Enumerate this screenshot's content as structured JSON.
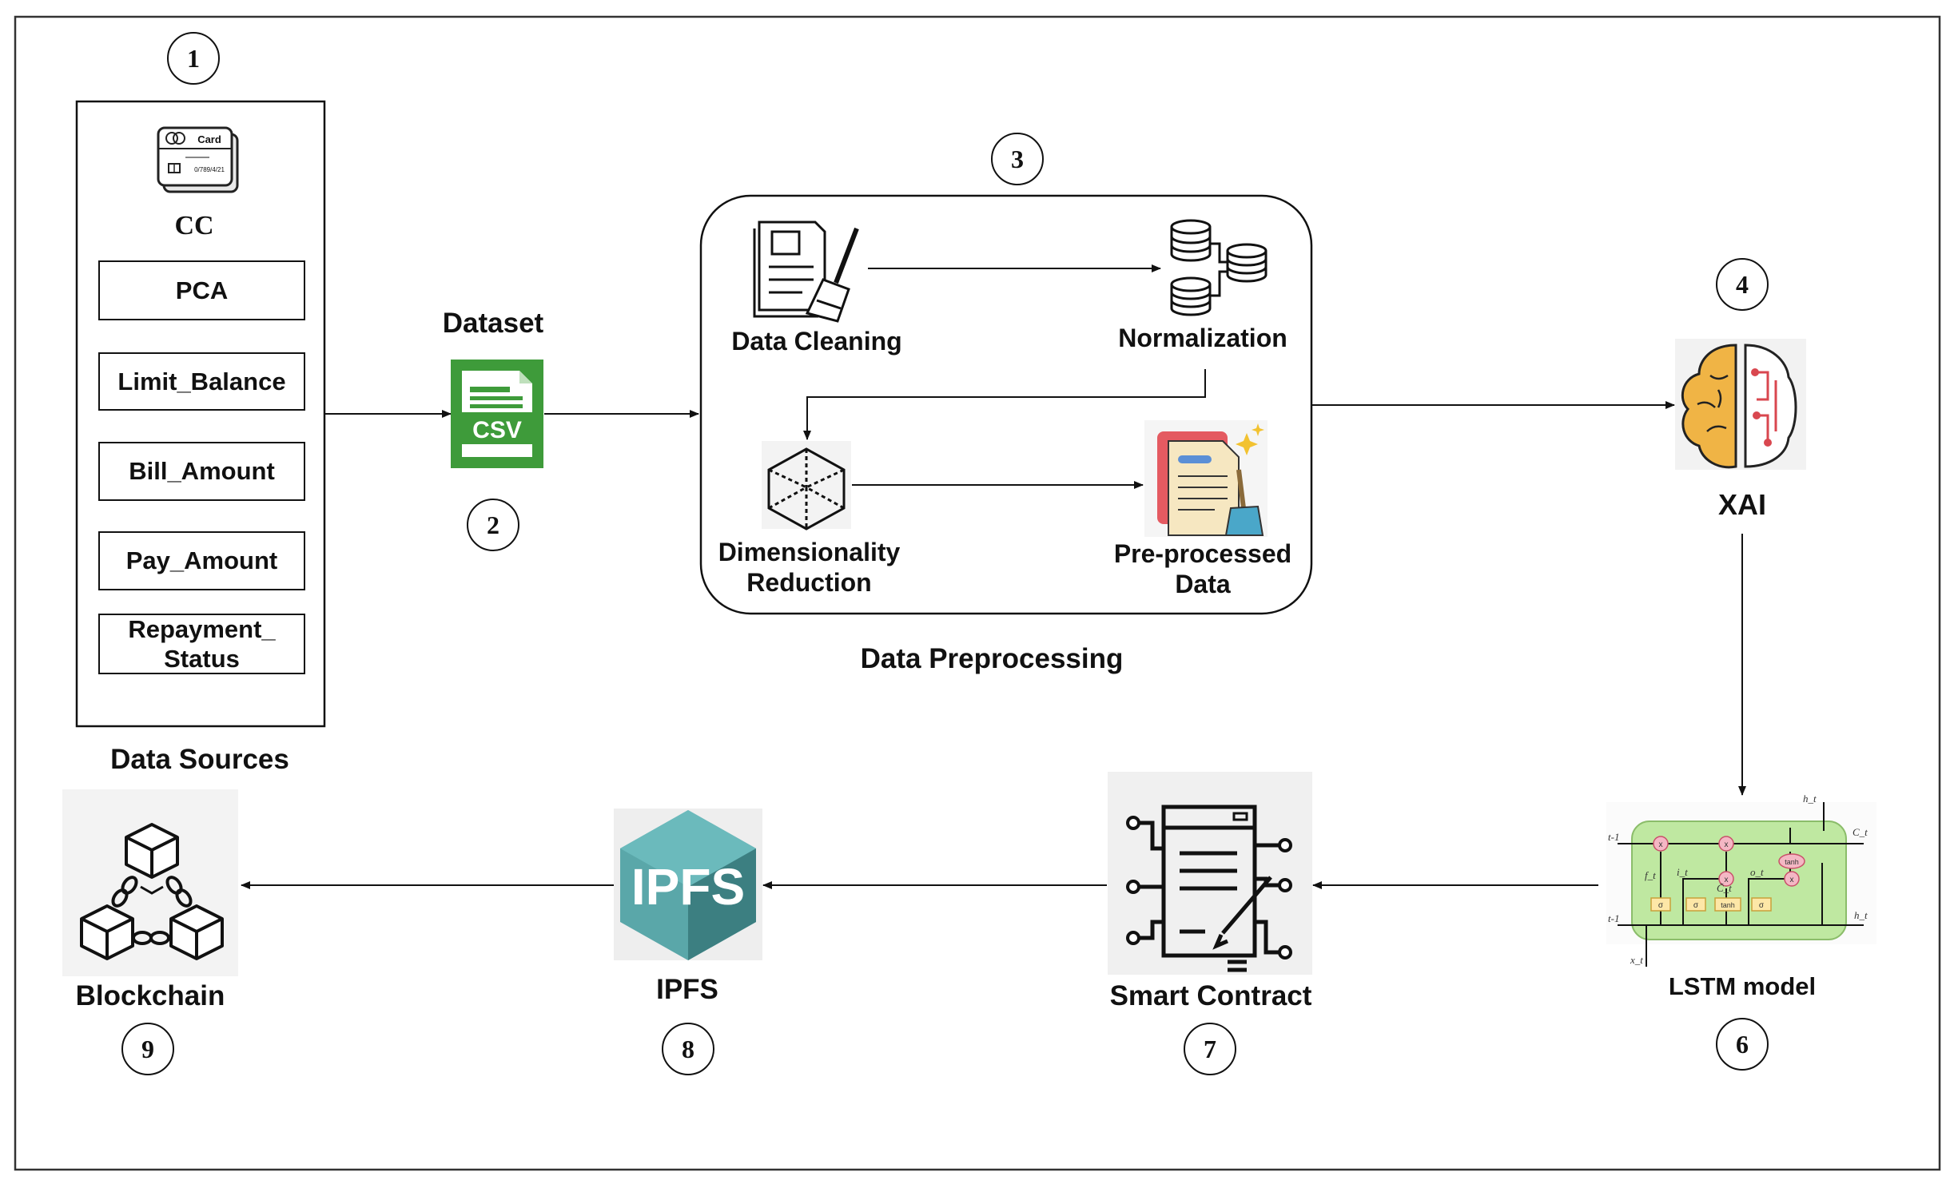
{
  "steps": {
    "n1": "1",
    "n2": "2",
    "n3": "3",
    "n4": "4",
    "n6": "6",
    "n7": "7",
    "n8": "8",
    "n9": "9"
  },
  "sources": {
    "card_text": "Card",
    "card_code": "0/789/4/21",
    "cc_label": "CC",
    "fields": [
      "PCA",
      "Limit_Balance",
      "Bill_Amount",
      "Pay_Amount",
      "Repayment_ Status"
    ],
    "caption": "Data Sources"
  },
  "dataset": {
    "title": "Dataset",
    "csv": "CSV"
  },
  "preprocessing": {
    "cleaning": "Data Cleaning",
    "normalization": "Normalization",
    "dimensionality": "Dimensionality Reduction",
    "preprocessed": "Pre-processed Data",
    "caption": "Data Preprocessing"
  },
  "xai": {
    "label": "XAI"
  },
  "lstm": {
    "label": "LSTM model",
    "ops": [
      "x",
      "x",
      "x",
      "tanh",
      "tanh",
      "σ",
      "σ",
      "σ",
      "x"
    ],
    "symbols": [
      "t-1",
      "t-1",
      "h_t",
      "C_t",
      "h_t",
      "f_t",
      "i_t",
      "C̃_t",
      "o_t",
      "x_t"
    ]
  },
  "contract": {
    "label": "Smart Contract"
  },
  "ipfs": {
    "label": "IPFS",
    "logo": "IPFS"
  },
  "blockchain": {
    "label": "Blockchain"
  },
  "colors": {
    "csv_green": "#3e9b3a",
    "ipfs_teal": "#5aa7a9",
    "ipfs_dark": "#3c7f81",
    "brain_gold": "#f0b445",
    "brain_red": "#d9474f",
    "lstm_green": "#bfe8a1",
    "doc_red": "#e45a61",
    "doc_cream": "#f6e7c1"
  }
}
